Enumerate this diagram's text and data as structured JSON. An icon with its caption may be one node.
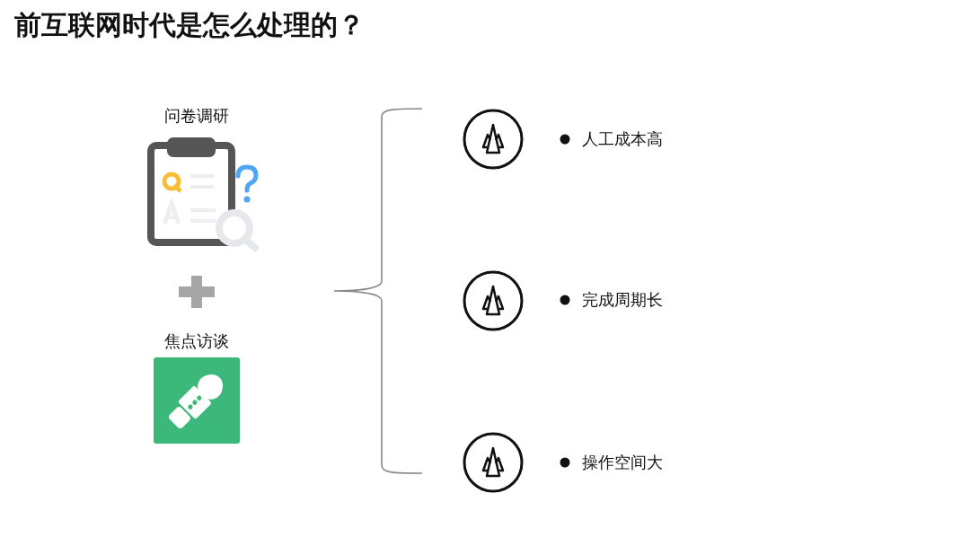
{
  "diagram": {
    "title": "前互联网时代是怎么处理的？",
    "labels": [
      "问卷调研",
      "焦点访谈",
      "人工成本高",
      "完成周期长",
      "操作空间大"
    ]
  }
}
